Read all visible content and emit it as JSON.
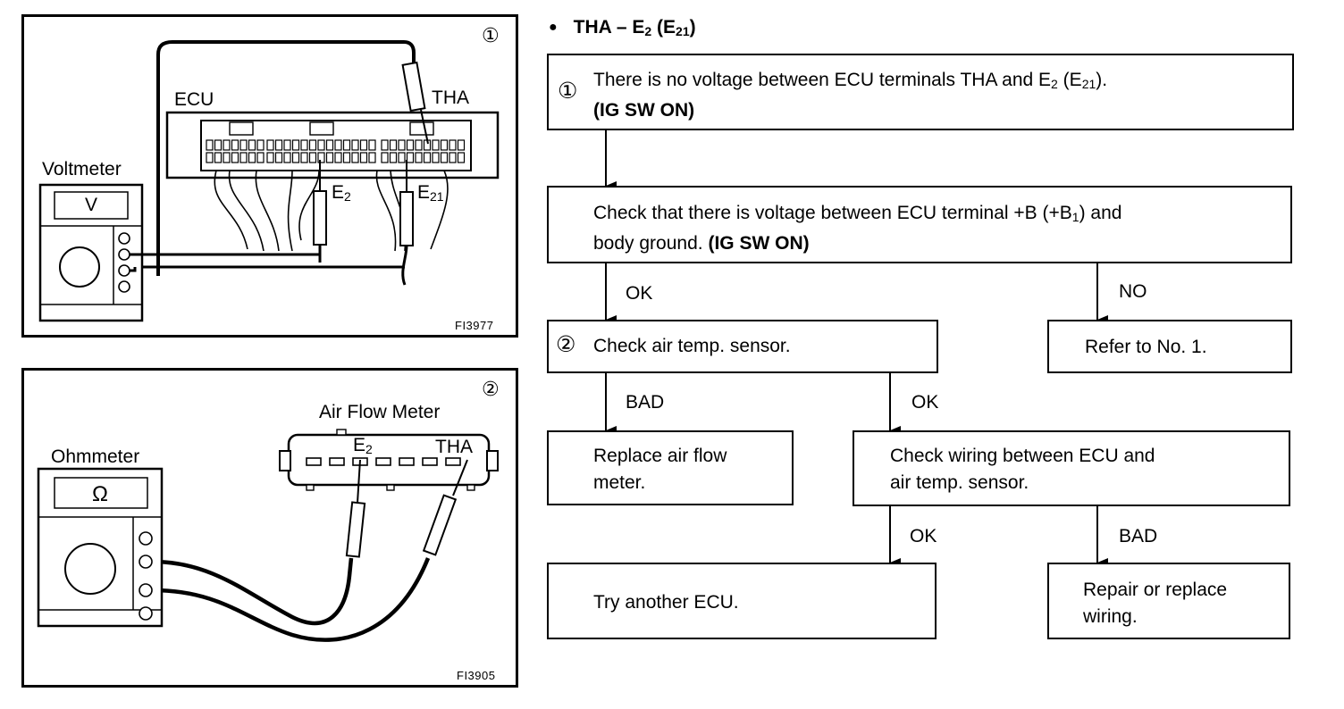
{
  "panel1": {
    "number": "①",
    "ecu_label": "ECU",
    "tha_label": "THA",
    "e2_main": "E",
    "e2_sub": "2",
    "e21_main": "E",
    "e21_sub": "21",
    "meter_label": "Voltmeter",
    "meter_symbol": "V",
    "code": "FI3977"
  },
  "panel2": {
    "number": "②",
    "device_label": "Air Flow Meter",
    "e2_main": "E",
    "e2_sub": "2",
    "tha_label": "THA",
    "meter_label": "Ohmmeter",
    "meter_symbol": "Ω",
    "code": "FI3905"
  },
  "heading": {
    "bullet": "●",
    "main": "THA – E",
    "sub1": "2",
    "paren_open": " (E",
    "sub2": "21",
    "paren_close": ")"
  },
  "flow": {
    "step1": {
      "marker": "①",
      "line1_a": "There is no voltage between ECU terminals THA and E",
      "line1_sub1": "2",
      "line1_b": " (E",
      "line1_sub2": "21",
      "line1_c": ").",
      "line2": "(IG SW ON)"
    },
    "step2": {
      "line1_a": "Check that there is voltage between ECU terminal +B (+B",
      "line1_sub": "1",
      "line1_b": ") and",
      "line2_a": "body ground.",
      "line2_b": "(IG SW ON)"
    },
    "ok1": "OK",
    "no1": "NO",
    "step3": {
      "marker": "②",
      "text": "Check air temp. sensor."
    },
    "refer": {
      "text": "Refer to No. 1."
    },
    "bad1": "BAD",
    "ok2": "OK",
    "replace": {
      "line1": "Replace air flow",
      "line2": "meter."
    },
    "wiring": {
      "line1": "Check wiring between ECU and",
      "line2": "air temp. sensor."
    },
    "ok3": "OK",
    "bad2": "BAD",
    "try_ecu": {
      "text": "Try another ECU."
    },
    "repair": {
      "line1": "Repair or replace",
      "line2": "wiring."
    }
  }
}
